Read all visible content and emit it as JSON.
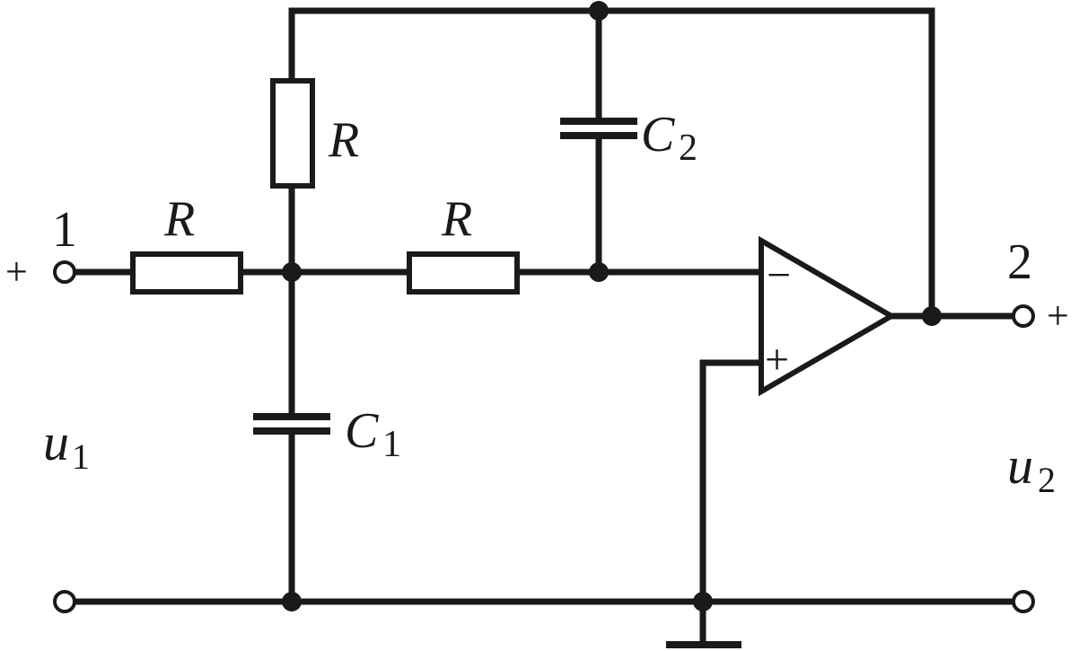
{
  "labels": {
    "resistor_input": "R",
    "resistor_vertical": "R",
    "resistor_middle": "R",
    "capacitor_c1": "C",
    "capacitor_c1_sub": "1",
    "capacitor_c2": "C",
    "capacitor_c2_sub": "2",
    "terminal_1": "1",
    "terminal_2": "2",
    "plus_in": "+",
    "plus_out": "+",
    "opamp_minus": "−",
    "opamp_plus": "+",
    "voltage_in": "u",
    "voltage_in_sub": "1",
    "voltage_out": "u",
    "voltage_out_sub": "2"
  },
  "colors": {
    "line": "#1a1a1a",
    "background": "#ffffff"
  }
}
